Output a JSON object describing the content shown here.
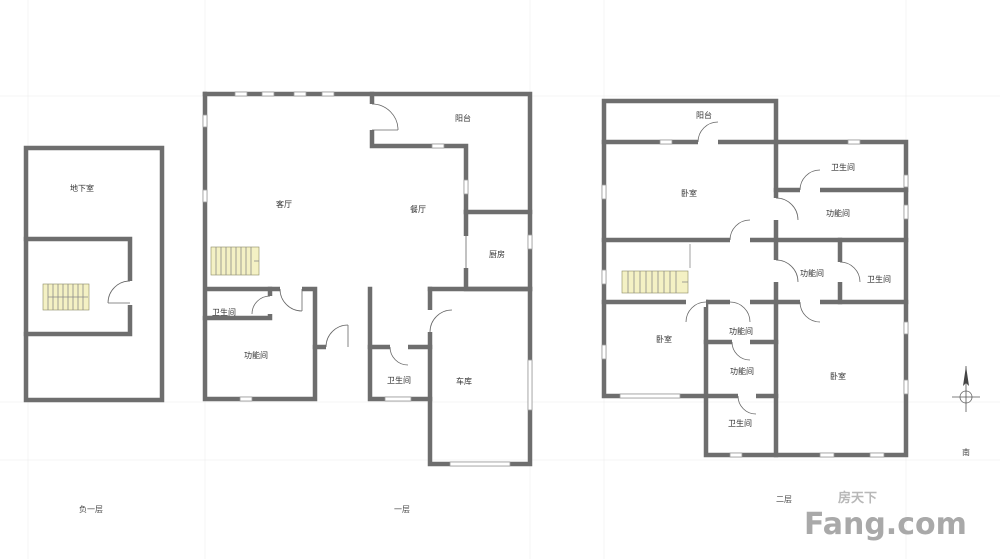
{
  "floors": {
    "basement": {
      "caption": "负一层",
      "rooms": [
        "地下室"
      ]
    },
    "first": {
      "caption": "一层",
      "rooms": [
        "客厅",
        "阳台",
        "餐厅",
        "厨房",
        "卫生间",
        "功能间",
        "卫生间",
        "车库"
      ]
    },
    "second": {
      "caption": "二层",
      "rooms": [
        "阳台",
        "卧室",
        "卫生间",
        "功能间",
        "功能间",
        "卫生间",
        "卧室",
        "功能间",
        "功能间",
        "卧室",
        "卫生间"
      ]
    }
  },
  "compass": {
    "label": "南"
  },
  "watermark": {
    "chinese": "房天下",
    "brand": "Fang.com"
  }
}
